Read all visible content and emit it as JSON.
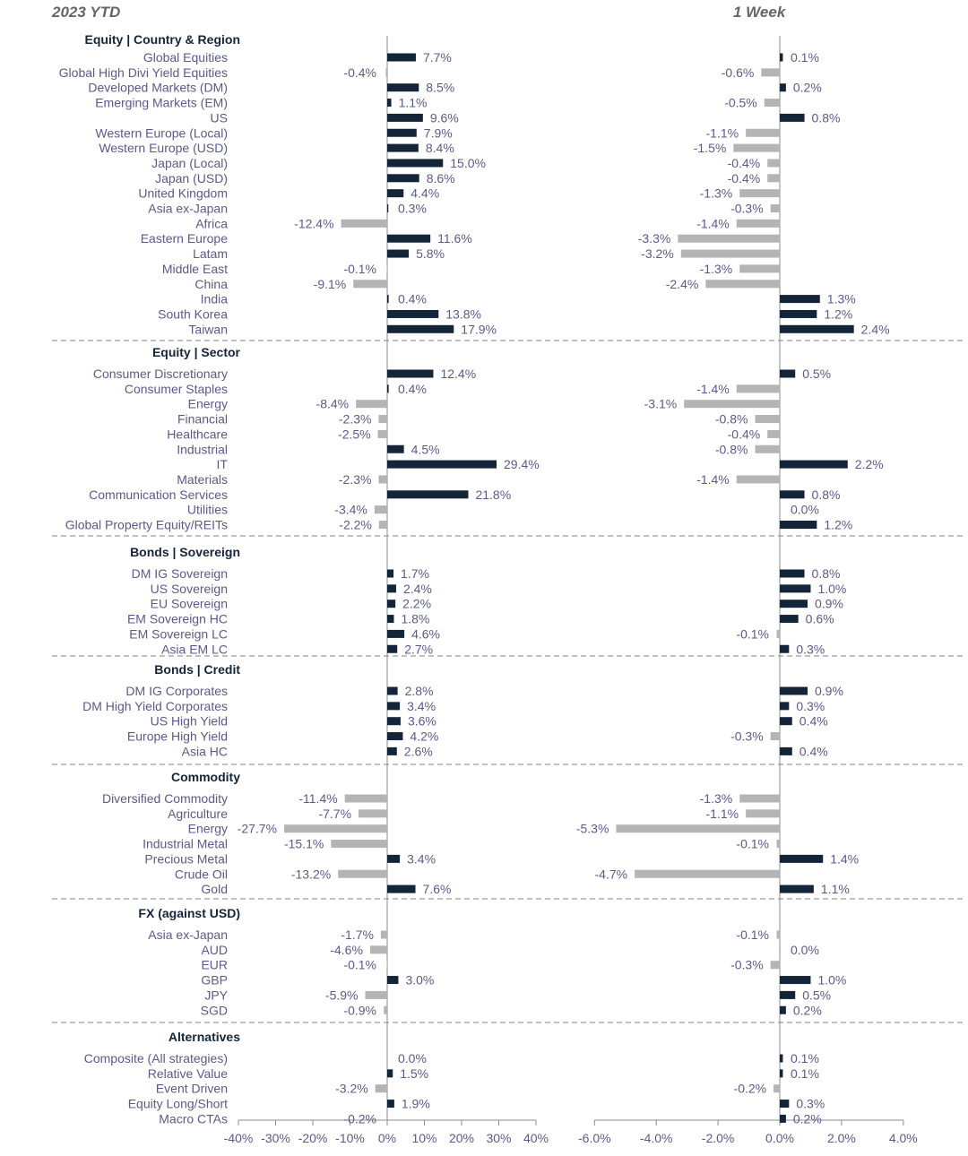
{
  "headers": {
    "left": "2023 YTD",
    "right": "1 Week"
  },
  "colors": {
    "positive": "#14253a",
    "negative": "#b4b4b4"
  },
  "chart_data": {
    "type": "bar",
    "orientation": "horizontal",
    "panels": [
      {
        "name": "2023 YTD",
        "xlim": [
          -40,
          40
        ],
        "ticks": [
          "-40%",
          "-30%",
          "-20%",
          "-10%",
          "0%",
          "10%",
          "20%",
          "30%",
          "40%"
        ]
      },
      {
        "name": "1 Week",
        "xlim": [
          -6,
          4
        ],
        "ticks": [
          "-6.0%",
          "-4.0%",
          "-2.0%",
          "0.0%",
          "2.0%",
          "4.0%"
        ]
      }
    ],
    "sections": [
      {
        "title": "Equity | Country & Region",
        "rows": [
          {
            "label": "Global Equities",
            "ytd": 7.7,
            "wk": 0.1,
            "ytd_label": "7.7%",
            "wk_label": "0.1%"
          },
          {
            "label": "Global High Divi Yield Equities",
            "ytd": -0.4,
            "wk": -0.6,
            "ytd_label": "-0.4%",
            "wk_label": "-0.6%"
          },
          {
            "label": "Developed Markets (DM)",
            "ytd": 8.5,
            "wk": 0.2,
            "ytd_label": "8.5%",
            "wk_label": "0.2%"
          },
          {
            "label": "Emerging Markets (EM)",
            "ytd": 1.1,
            "wk": -0.5,
            "ytd_label": "1.1%",
            "wk_label": "-0.5%"
          },
          {
            "label": "US",
            "ytd": 9.6,
            "wk": 0.8,
            "ytd_label": "9.6%",
            "wk_label": "0.8%"
          },
          {
            "label": "Western Europe (Local)",
            "ytd": 7.9,
            "wk": -1.1,
            "ytd_label": "7.9%",
            "wk_label": "-1.1%"
          },
          {
            "label": "Western Europe (USD)",
            "ytd": 8.4,
            "wk": -1.5,
            "ytd_label": "8.4%",
            "wk_label": "-1.5%"
          },
          {
            "label": "Japan (Local)",
            "ytd": 15.0,
            "wk": -0.4,
            "ytd_label": "15.0%",
            "wk_label": "-0.4%"
          },
          {
            "label": "Japan (USD)",
            "ytd": 8.6,
            "wk": -0.4,
            "ytd_label": "8.6%",
            "wk_label": "-0.4%"
          },
          {
            "label": "United Kingdom",
            "ytd": 4.4,
            "wk": -1.3,
            "ytd_label": "4.4%",
            "wk_label": "-1.3%"
          },
          {
            "label": "Asia ex-Japan",
            "ytd": 0.3,
            "wk": -0.3,
            "ytd_label": "0.3%",
            "wk_label": "-0.3%"
          },
          {
            "label": "Africa",
            "ytd": -12.4,
            "wk": -1.4,
            "ytd_label": "-12.4%",
            "wk_label": "-1.4%"
          },
          {
            "label": "Eastern Europe",
            "ytd": 11.6,
            "wk": -3.3,
            "ytd_label": "11.6%",
            "wk_label": "-3.3%"
          },
          {
            "label": "Latam",
            "ytd": 5.8,
            "wk": -3.2,
            "ytd_label": "5.8%",
            "wk_label": "-3.2%"
          },
          {
            "label": "Middle East",
            "ytd": -0.1,
            "wk": -1.3,
            "ytd_label": "-0.1%",
            "wk_label": "-1.3%"
          },
          {
            "label": "China",
            "ytd": -9.1,
            "wk": -2.4,
            "ytd_label": "-9.1%",
            "wk_label": "-2.4%"
          },
          {
            "label": "India",
            "ytd": 0.4,
            "wk": 1.3,
            "ytd_label": "0.4%",
            "wk_label": "1.3%"
          },
          {
            "label": "South Korea",
            "ytd": 13.8,
            "wk": 1.2,
            "ytd_label": "13.8%",
            "wk_label": "1.2%"
          },
          {
            "label": "Taiwan",
            "ytd": 17.9,
            "wk": 2.4,
            "ytd_label": "17.9%",
            "wk_label": "2.4%"
          }
        ]
      },
      {
        "title": "Equity | Sector",
        "rows": [
          {
            "label": "Consumer Discretionary",
            "ytd": 12.4,
            "wk": 0.5,
            "ytd_label": "12.4%",
            "wk_label": "0.5%"
          },
          {
            "label": "Consumer Staples",
            "ytd": 0.4,
            "wk": -1.4,
            "ytd_label": "0.4%",
            "wk_label": "-1.4%"
          },
          {
            "label": "Energy",
            "ytd": -8.4,
            "wk": -3.1,
            "ytd_label": "-8.4%",
            "wk_label": "-3.1%"
          },
          {
            "label": "Financial",
            "ytd": -2.3,
            "wk": -0.8,
            "ytd_label": "-2.3%",
            "wk_label": "-0.8%"
          },
          {
            "label": "Healthcare",
            "ytd": -2.5,
            "wk": -0.4,
            "ytd_label": "-2.5%",
            "wk_label": "-0.4%"
          },
          {
            "label": "Industrial",
            "ytd": 4.5,
            "wk": -0.8,
            "ytd_label": "4.5%",
            "wk_label": "-0.8%"
          },
          {
            "label": "IT",
            "ytd": 29.4,
            "wk": 2.2,
            "ytd_label": "29.4%",
            "wk_label": "2.2%"
          },
          {
            "label": "Materials",
            "ytd": -2.3,
            "wk": -1.4,
            "ytd_label": "-2.3%",
            "wk_label": "-1.4%"
          },
          {
            "label": "Communication Services",
            "ytd": 21.8,
            "wk": 0.8,
            "ytd_label": "21.8%",
            "wk_label": "0.8%"
          },
          {
            "label": "Utilities",
            "ytd": -3.4,
            "wk": 0.0,
            "ytd_label": "-3.4%",
            "wk_label": "0.0%"
          },
          {
            "label": "Global Property Equity/REITs",
            "ytd": -2.2,
            "wk": 1.2,
            "ytd_label": "-2.2%",
            "wk_label": "1.2%"
          }
        ]
      },
      {
        "title": "Bonds | Sovereign",
        "rows": [
          {
            "label": "DM IG Sovereign",
            "ytd": 1.7,
            "wk": 0.8,
            "ytd_label": "1.7%",
            "wk_label": "0.8%"
          },
          {
            "label": "US Sovereign",
            "ytd": 2.4,
            "wk": 1.0,
            "ytd_label": "2.4%",
            "wk_label": "1.0%"
          },
          {
            "label": "EU Sovereign",
            "ytd": 2.2,
            "wk": 0.9,
            "ytd_label": "2.2%",
            "wk_label": "0.9%"
          },
          {
            "label": "EM Sovereign HC",
            "ytd": 1.8,
            "wk": 0.6,
            "ytd_label": "1.8%",
            "wk_label": "0.6%"
          },
          {
            "label": "EM Sovereign LC",
            "ytd": 4.6,
            "wk": -0.1,
            "ytd_label": "4.6%",
            "wk_label": "-0.1%"
          },
          {
            "label": "Asia EM LC",
            "ytd": 2.7,
            "wk": 0.3,
            "ytd_label": "2.7%",
            "wk_label": "0.3%"
          }
        ]
      },
      {
        "title": "Bonds | Credit",
        "rows": [
          {
            "label": "DM IG Corporates",
            "ytd": 2.8,
            "wk": 0.9,
            "ytd_label": "2.8%",
            "wk_label": "0.9%"
          },
          {
            "label": "DM High Yield Corporates",
            "ytd": 3.4,
            "wk": 0.3,
            "ytd_label": "3.4%",
            "wk_label": "0.3%"
          },
          {
            "label": "US High Yield",
            "ytd": 3.6,
            "wk": 0.4,
            "ytd_label": "3.6%",
            "wk_label": "0.4%"
          },
          {
            "label": "Europe High Yield",
            "ytd": 4.2,
            "wk": -0.3,
            "ytd_label": "4.2%",
            "wk_label": "-0.3%"
          },
          {
            "label": "Asia HC",
            "ytd": 2.6,
            "wk": 0.4,
            "ytd_label": "2.6%",
            "wk_label": "0.4%"
          }
        ]
      },
      {
        "title": "Commodity",
        "rows": [
          {
            "label": "Diversified Commodity",
            "ytd": -11.4,
            "wk": -1.3,
            "ytd_label": "-11.4%",
            "wk_label": "-1.3%"
          },
          {
            "label": "Agriculture",
            "ytd": -7.7,
            "wk": -1.1,
            "ytd_label": "-7.7%",
            "wk_label": "-1.1%"
          },
          {
            "label": "Energy",
            "ytd": -27.7,
            "wk": -5.3,
            "ytd_label": "-27.7%",
            "wk_label": "-5.3%"
          },
          {
            "label": "Industrial Metal",
            "ytd": -15.1,
            "wk": -0.1,
            "ytd_label": "-15.1%",
            "wk_label": "-0.1%"
          },
          {
            "label": "Precious Metal",
            "ytd": 3.4,
            "wk": 1.4,
            "ytd_label": "3.4%",
            "wk_label": "1.4%"
          },
          {
            "label": "Crude Oil",
            "ytd": -13.2,
            "wk": -4.7,
            "ytd_label": "-13.2%",
            "wk_label": "-4.7%"
          },
          {
            "label": "Gold",
            "ytd": 7.6,
            "wk": 1.1,
            "ytd_label": "7.6%",
            "wk_label": "1.1%"
          }
        ]
      },
      {
        "title": "FX (against USD)",
        "rows": [
          {
            "label": "Asia ex-Japan",
            "ytd": -1.7,
            "wk": -0.1,
            "ytd_label": "-1.7%",
            "wk_label": "-0.1%"
          },
          {
            "label": "AUD",
            "ytd": -4.6,
            "wk": 0.0,
            "ytd_label": "-4.6%",
            "wk_label": "0.0%"
          },
          {
            "label": "EUR",
            "ytd": -0.1,
            "wk": -0.3,
            "ytd_label": "-0.1%",
            "wk_label": "-0.3%"
          },
          {
            "label": "GBP",
            "ytd": 3.0,
            "wk": 1.0,
            "ytd_label": "3.0%",
            "wk_label": "1.0%"
          },
          {
            "label": "JPY",
            "ytd": -5.9,
            "wk": 0.5,
            "ytd_label": "-5.9%",
            "wk_label": "0.5%"
          },
          {
            "label": "SGD",
            "ytd": -0.9,
            "wk": 0.2,
            "ytd_label": "-0.9%",
            "wk_label": "0.2%"
          }
        ]
      },
      {
        "title": "Alternatives",
        "rows": [
          {
            "label": "Composite (All strategies)",
            "ytd": 0.0,
            "wk": 0.1,
            "ytd_label": "0.0%",
            "wk_label": "0.1%"
          },
          {
            "label": "Relative Value",
            "ytd": 1.5,
            "wk": 0.1,
            "ytd_label": "1.5%",
            "wk_label": "0.1%"
          },
          {
            "label": "Event Driven",
            "ytd": -3.2,
            "wk": -0.2,
            "ytd_label": "-3.2%",
            "wk_label": "-0.2%"
          },
          {
            "label": "Equity Long/Short",
            "ytd": 1.9,
            "wk": 0.3,
            "ytd_label": "1.9%",
            "wk_label": "0.3%"
          },
          {
            "label": "Macro CTAs",
            "ytd": -0.2,
            "wk": 0.2,
            "ytd_label": "-0.2%",
            "wk_label": "0.2%"
          }
        ]
      }
    ]
  }
}
